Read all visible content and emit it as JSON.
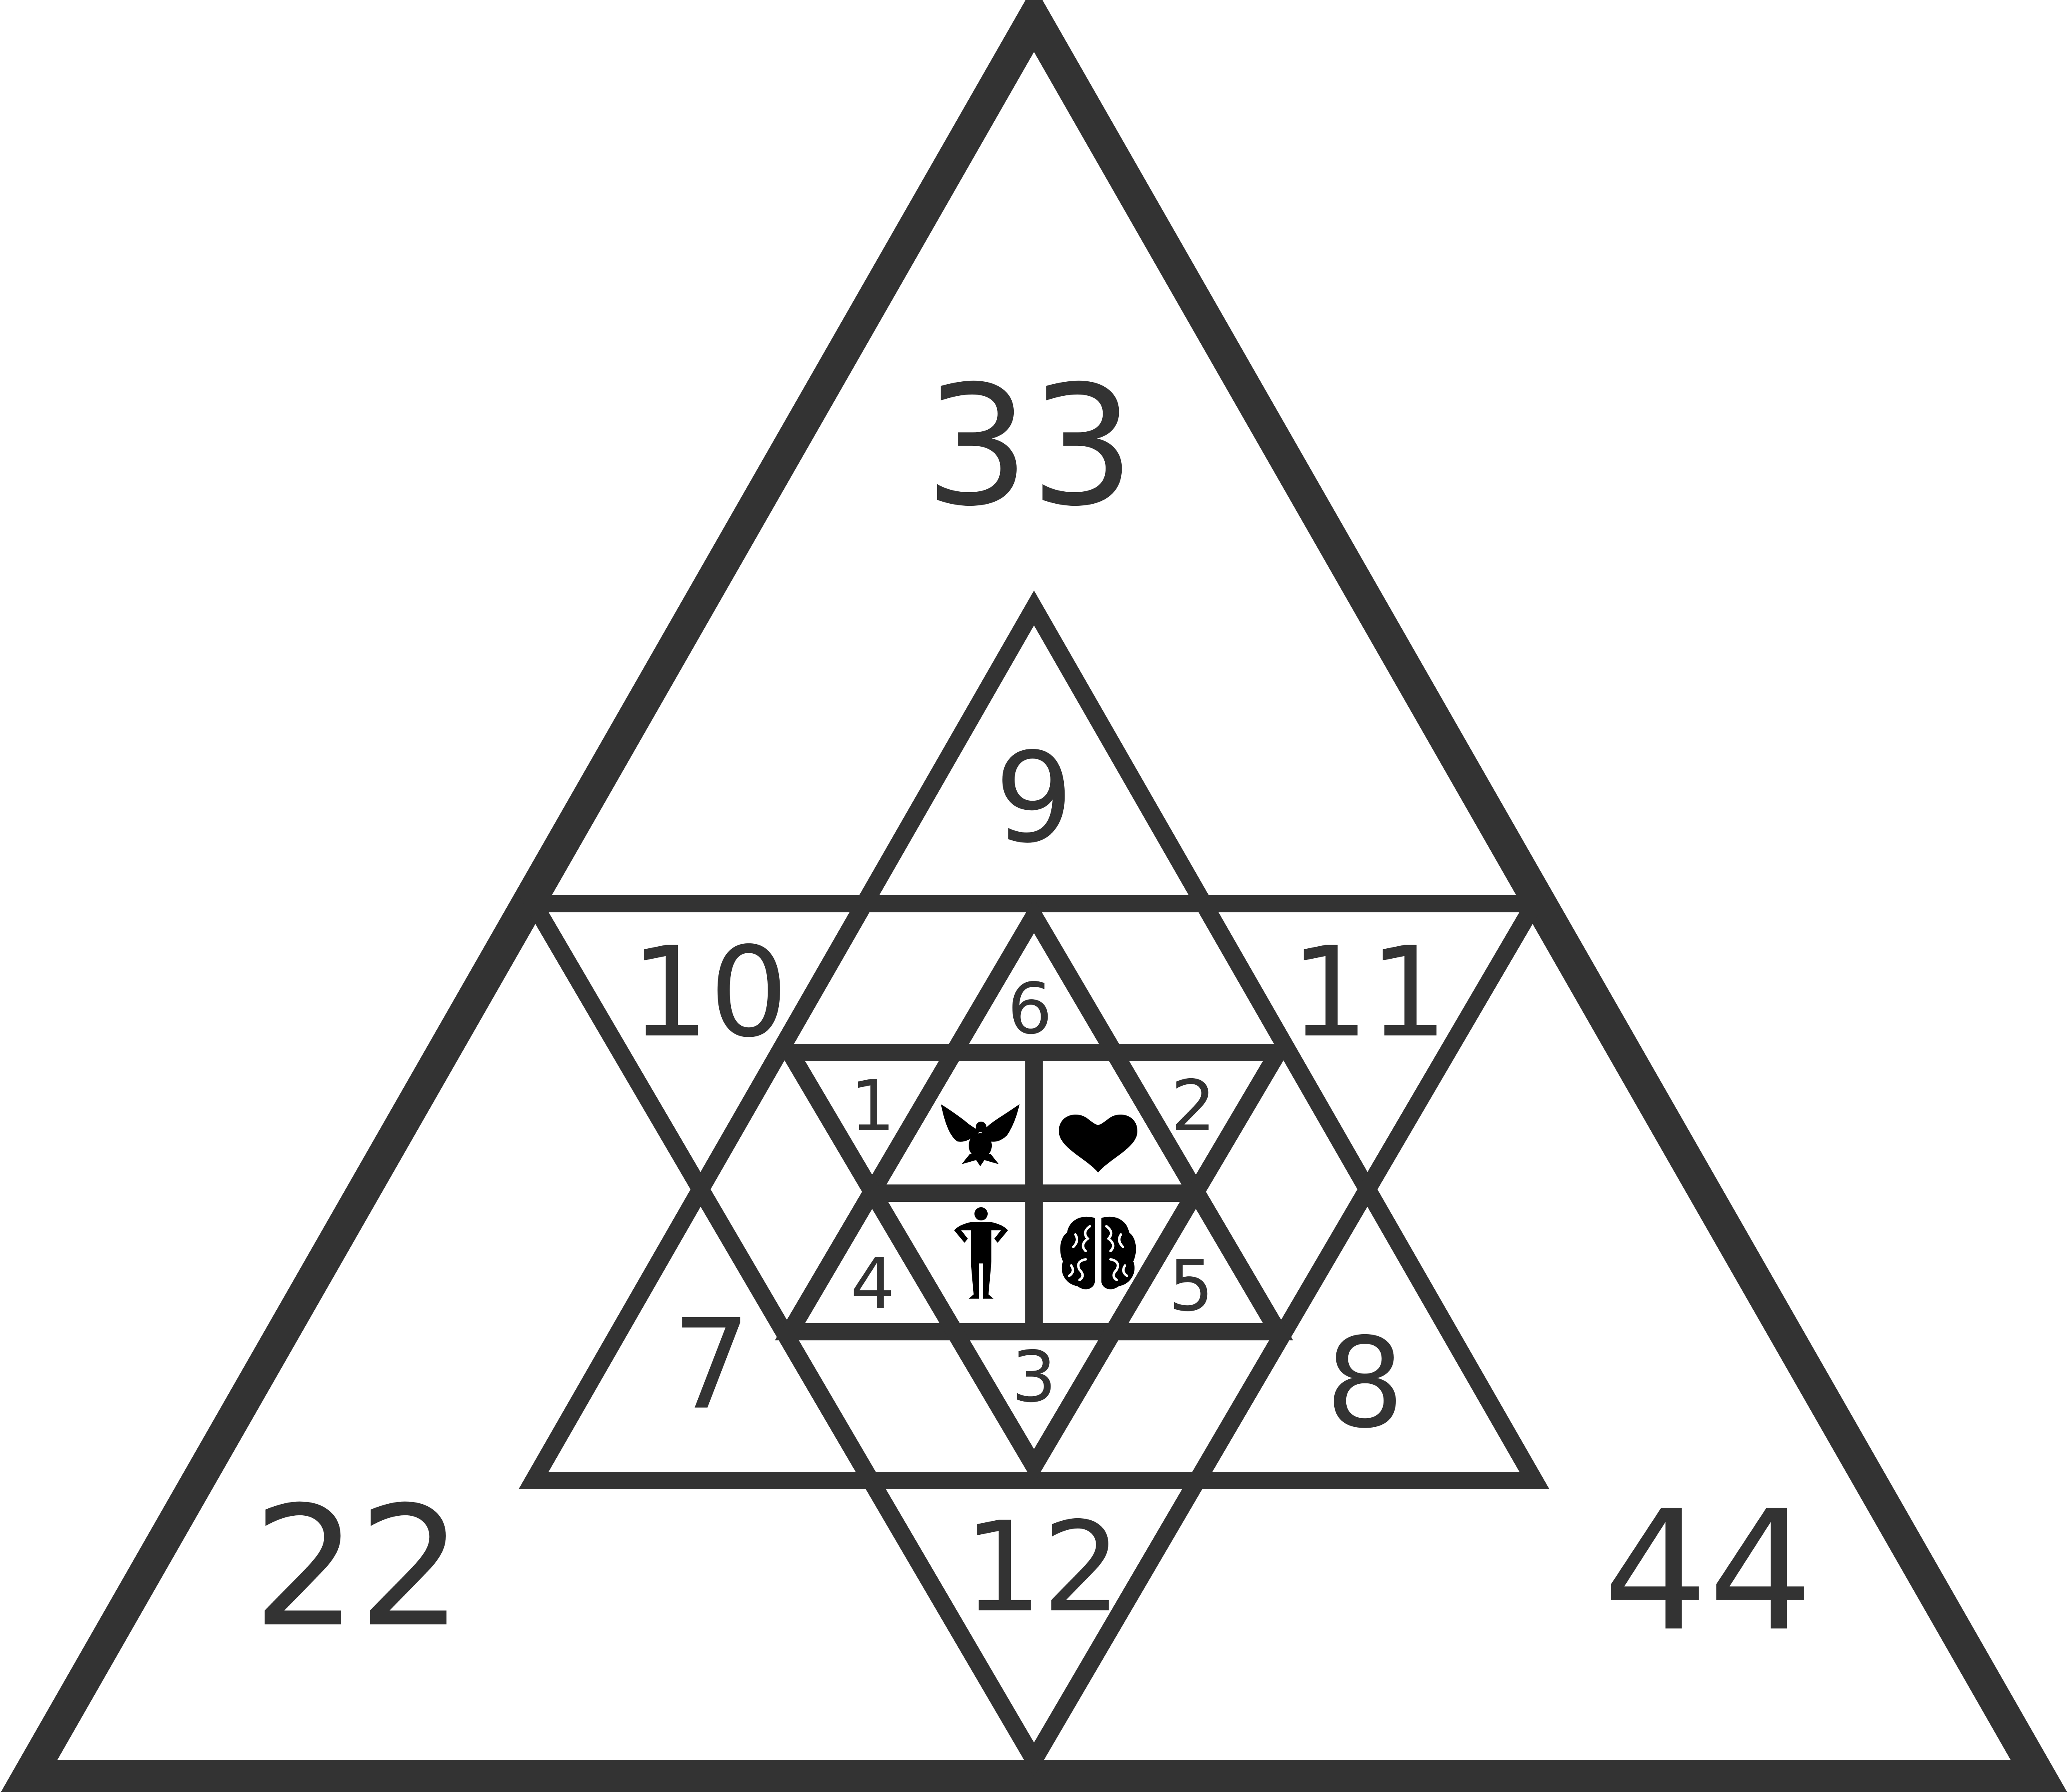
{
  "colors": {
    "line": "#333333",
    "background": "#ffffff",
    "icon": "#000000"
  },
  "outer_labels": {
    "top": "33",
    "bottom_left": "22",
    "bottom_right": "44"
  },
  "star_points": {
    "top": "9",
    "upper_left": "10",
    "upper_right": "11",
    "lower_left": "7",
    "lower_right": "8",
    "bottom": "12"
  },
  "inner_star": {
    "top": "6",
    "upper_left": "1",
    "upper_right": "2",
    "lower_left": "4",
    "lower_right": "5",
    "bottom": "3"
  },
  "center_icons": {
    "top_left": "dove-icon",
    "top_right": "heart-icon",
    "bottom_left": "human-body-icon",
    "bottom_right": "brain-icon"
  }
}
